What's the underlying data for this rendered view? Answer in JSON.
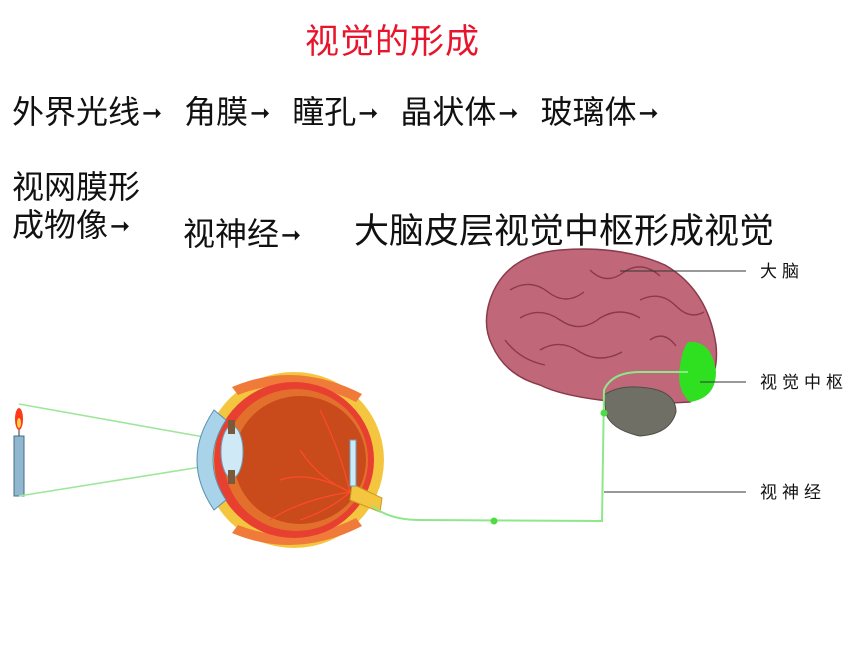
{
  "title": "视觉的形成",
  "flow_line1": [
    {
      "text": "外界光线",
      "arrow": "➞"
    },
    {
      "text": "角膜",
      "arrow": "➞"
    },
    {
      "text": "瞳孔",
      "arrow": "➞"
    },
    {
      "text": "晶状体",
      "arrow": "➞"
    },
    {
      "text": "玻璃体",
      "arrow": "➞"
    }
  ],
  "flow_line2": {
    "retina_part1": "视网膜形",
    "retina_part2": "成物像",
    "retina_arrow": "➞",
    "nerve": "视神经",
    "nerve_arrow": "➞",
    "cortex": "大脑皮层视觉中枢形成视觉"
  },
  "diagram_labels": {
    "brain": "大脑",
    "visual_center": "视觉中枢",
    "optic_nerve": "视神经"
  },
  "colors": {
    "title": "#e8142b",
    "brain": "#c0687a",
    "visual_center": "#2fe020",
    "cerebellum": "#6f6f66",
    "nerve_path": "#8ee88a",
    "eye_outer": "#f2c23a",
    "choroid": "#e23a2a"
  }
}
